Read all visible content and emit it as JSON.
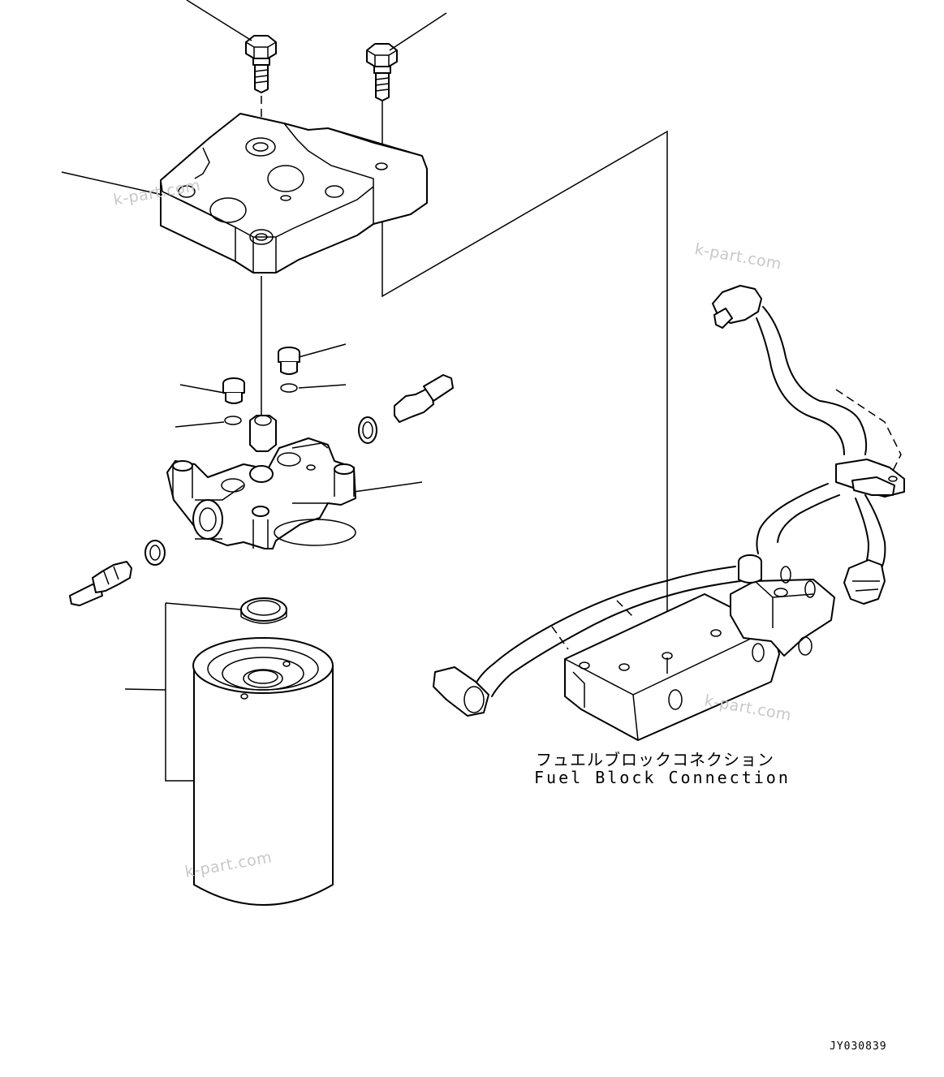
{
  "caption": {
    "japanese": "フュエルブロックコネクション",
    "english": "Fuel Block Connection"
  },
  "drawing_id": "JY030839",
  "watermarks": [
    "k-part.com",
    "k-part.com",
    "k-part.com",
    "k-part.com"
  ]
}
